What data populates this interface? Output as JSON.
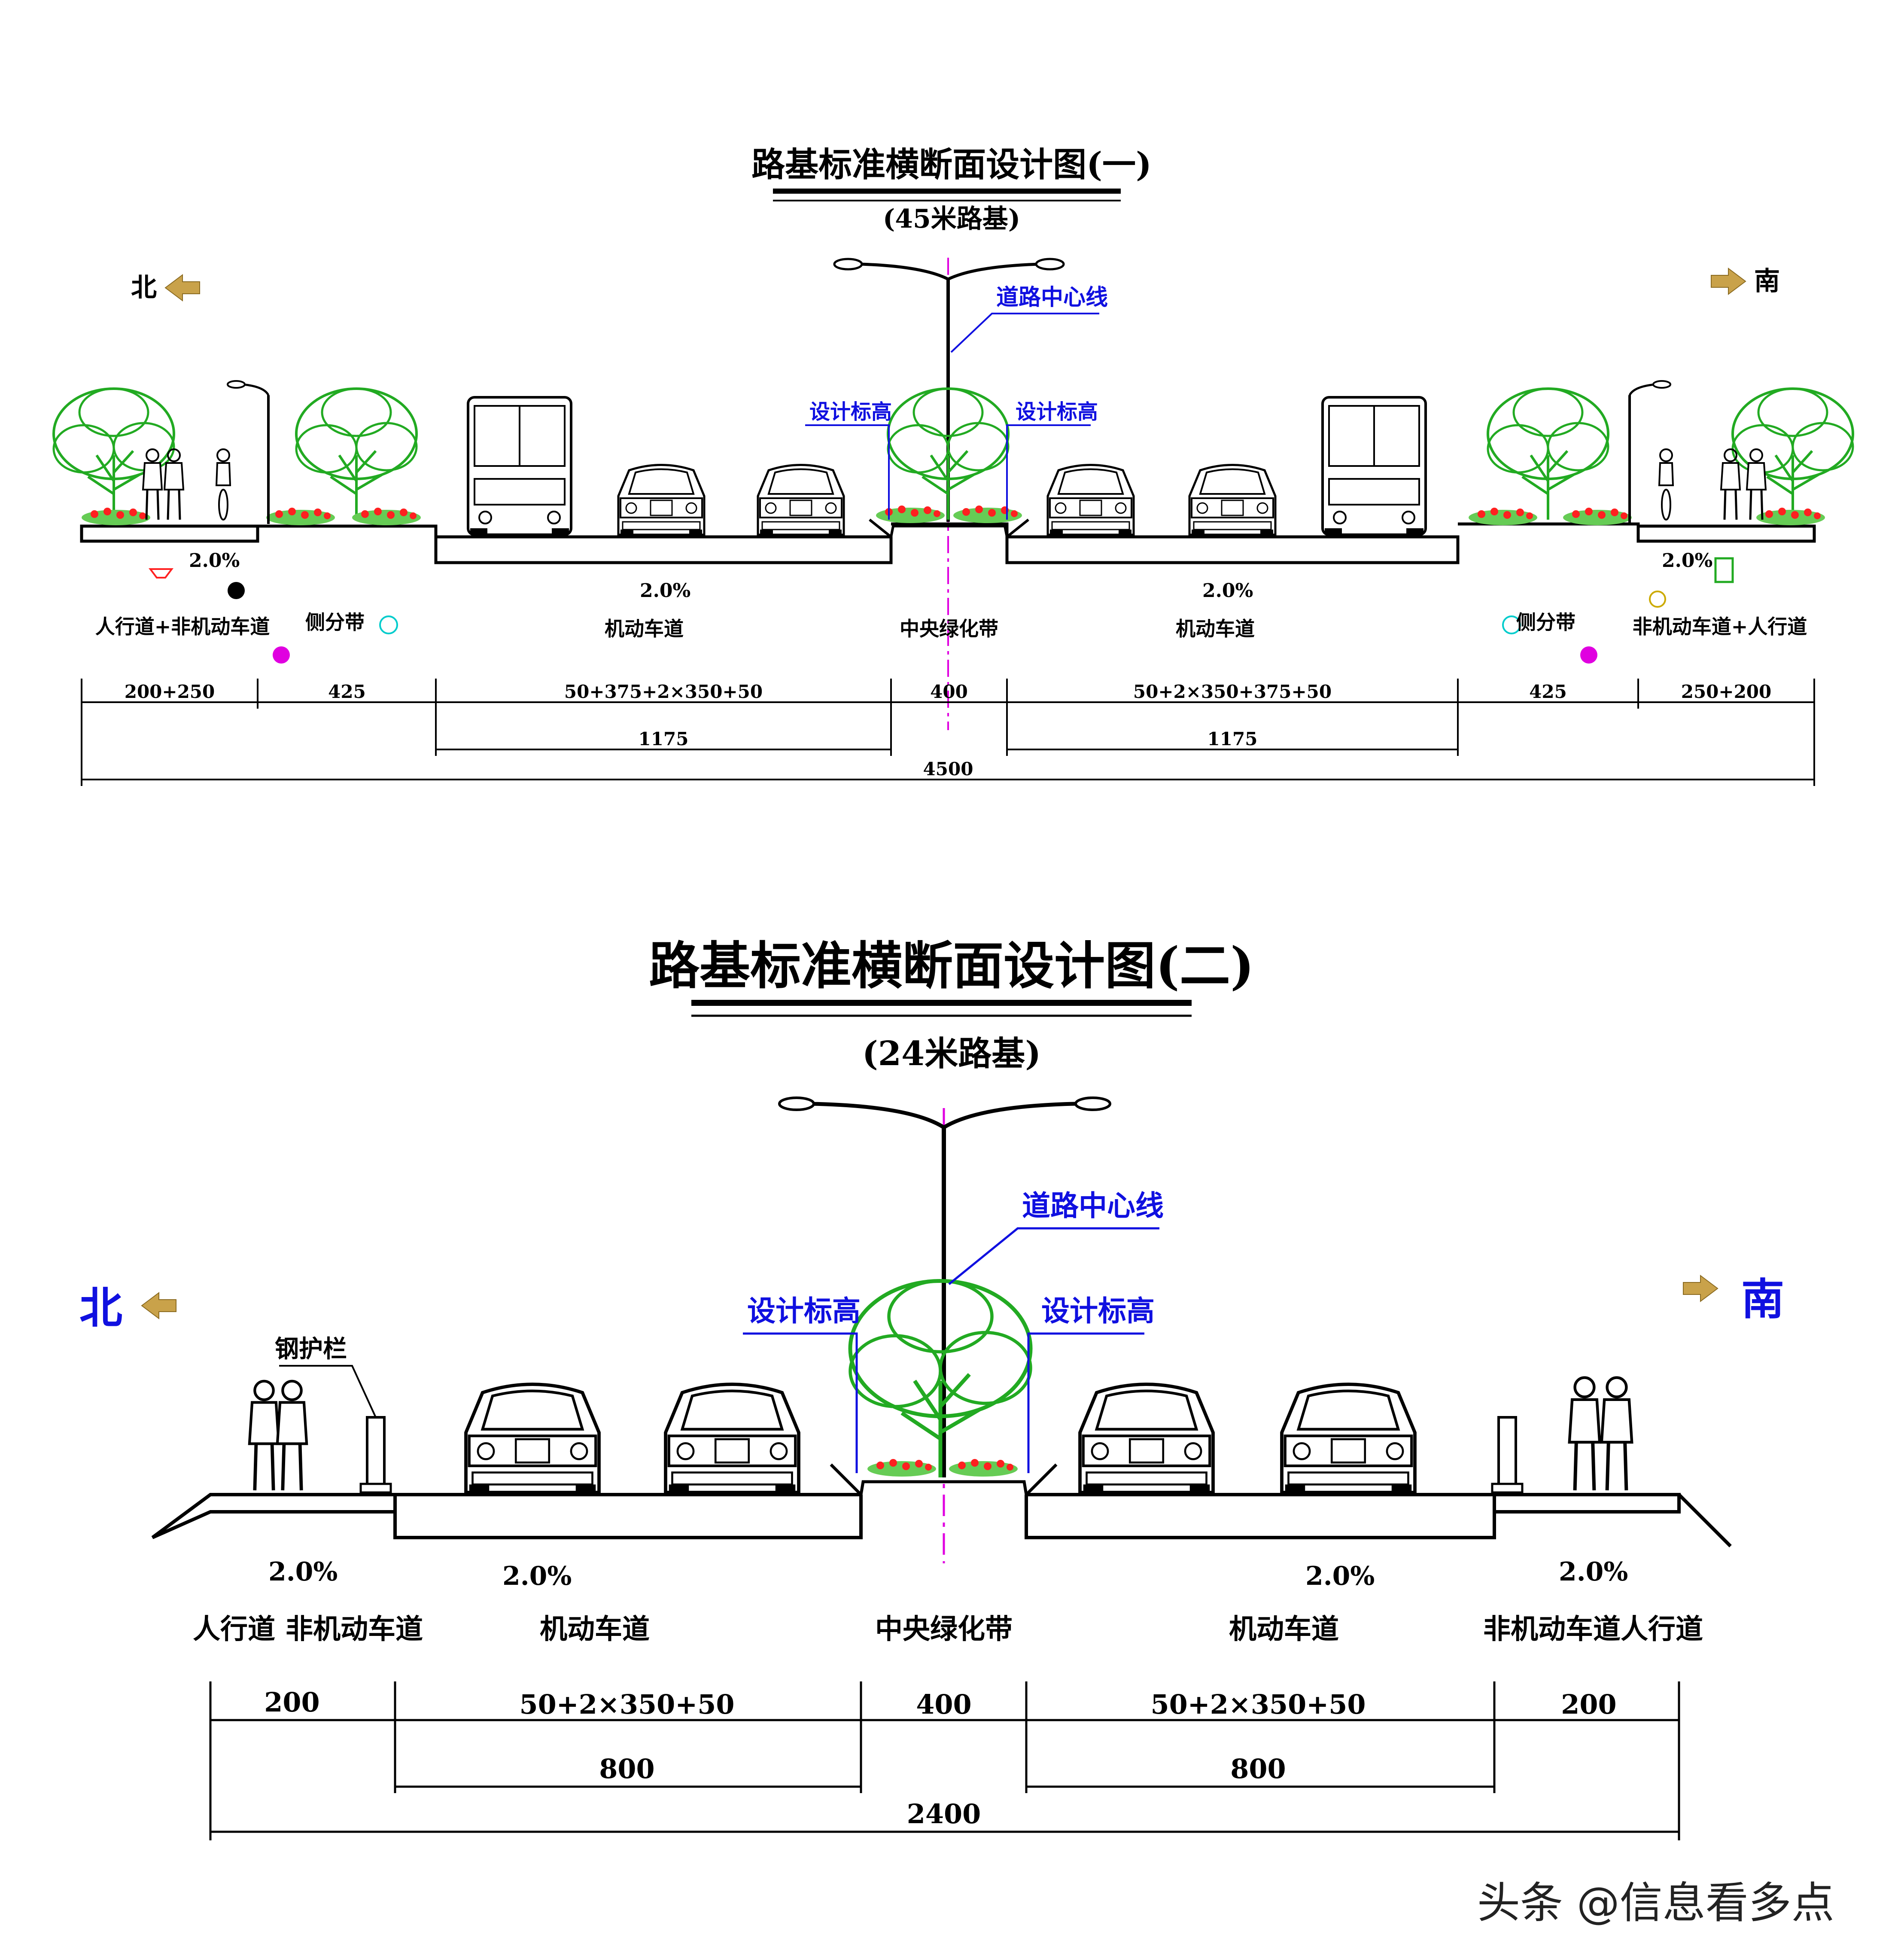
{
  "diagram1": {
    "title": "路基标准横断面设计图(一)",
    "subtitle": "(45米路基)",
    "north": "北",
    "south": "南",
    "centerline_label": "道路中心线",
    "design_elev_left": "设计标高",
    "design_elev_right": "设计标高",
    "slopes": [
      "2.0%",
      "2.0%",
      "2.0%",
      "2.0%"
    ],
    "zones": [
      "人行道+非机动车道",
      "侧分带",
      "机动车道",
      "中央绿化带",
      "机动车道",
      "侧分带",
      "非机动车道+人行道"
    ],
    "dims_row1": [
      "200+250",
      "425",
      "50+375+2×350+50",
      "400",
      "50+2×350+375+50",
      "425",
      "250+200"
    ],
    "dims_row2": [
      "1175",
      "1175"
    ],
    "dims_total": "4500"
  },
  "diagram2": {
    "title": "路基标准横断面设计图(二)",
    "subtitle": "(24米路基)",
    "north": "北",
    "south": "南",
    "centerline_label": "道路中心线",
    "design_elev_left": "设计标高",
    "design_elev_right": "设计标高",
    "guardrail_label": "钢护栏",
    "slopes": [
      "2.0%",
      "2.0%",
      "2.0%",
      "2.0%"
    ],
    "zones": [
      "人行道",
      "非机动车道",
      "机动车道",
      "中央绿化带",
      "机动车道",
      "非机动车道人行道"
    ],
    "dims_row1": [
      "200",
      "50+2×350+50",
      "400",
      "50+2×350+50",
      "200"
    ],
    "dims_row2": [
      "800",
      "800"
    ],
    "dims_total": "2400"
  },
  "watermark": "头条 @信息看多点",
  "colors": {
    "line": "#000000",
    "blue_label": "#1010e0",
    "centerline": "#e000e0",
    "tree": "#22aa22",
    "flower": "#ff2020",
    "arrow": "#c9a24a"
  }
}
